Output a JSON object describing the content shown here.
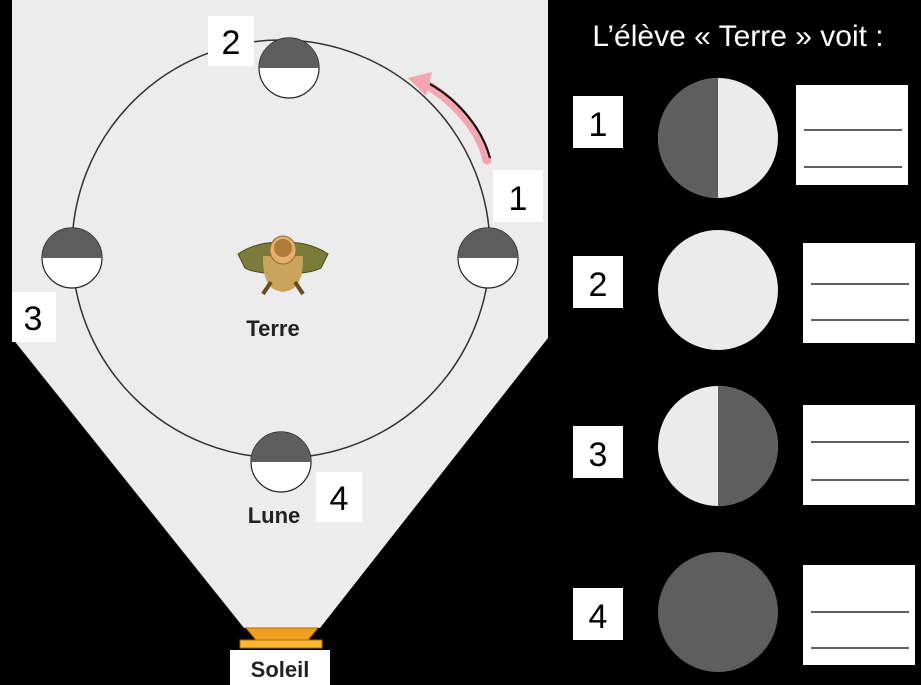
{
  "heading": "L’élève « Terre » voit :",
  "labels": {
    "earth": "Terre",
    "moon": "Lune",
    "sun": "Soleil"
  },
  "orbit_positions": [
    {
      "number": "1"
    },
    {
      "number": "2"
    },
    {
      "number": "3"
    },
    {
      "number": "4"
    }
  ],
  "phases": [
    {
      "number": "1",
      "lit_side": "right",
      "answer_lines": [
        "",
        ""
      ]
    },
    {
      "number": "2",
      "lit_side": "full",
      "answer_lines": [
        "",
        ""
      ]
    },
    {
      "number": "3",
      "lit_side": "left",
      "answer_lines": [
        "",
        ""
      ]
    },
    {
      "number": "4",
      "lit_side": "none",
      "answer_lines": [
        "",
        ""
      ]
    }
  ],
  "colors": {
    "background": "#000000",
    "light_beam": "#ececec",
    "moon_dark": "#5e5e5e",
    "moon_light": "#ebebeb",
    "sun": "#f0a020",
    "rotation_arrow": "#f4a6b0",
    "label_box": "#ffffff"
  },
  "icons": {
    "observer": "person-top-view-icon",
    "direction": "curved-arrow-icon",
    "sun": "lamp-icon"
  }
}
